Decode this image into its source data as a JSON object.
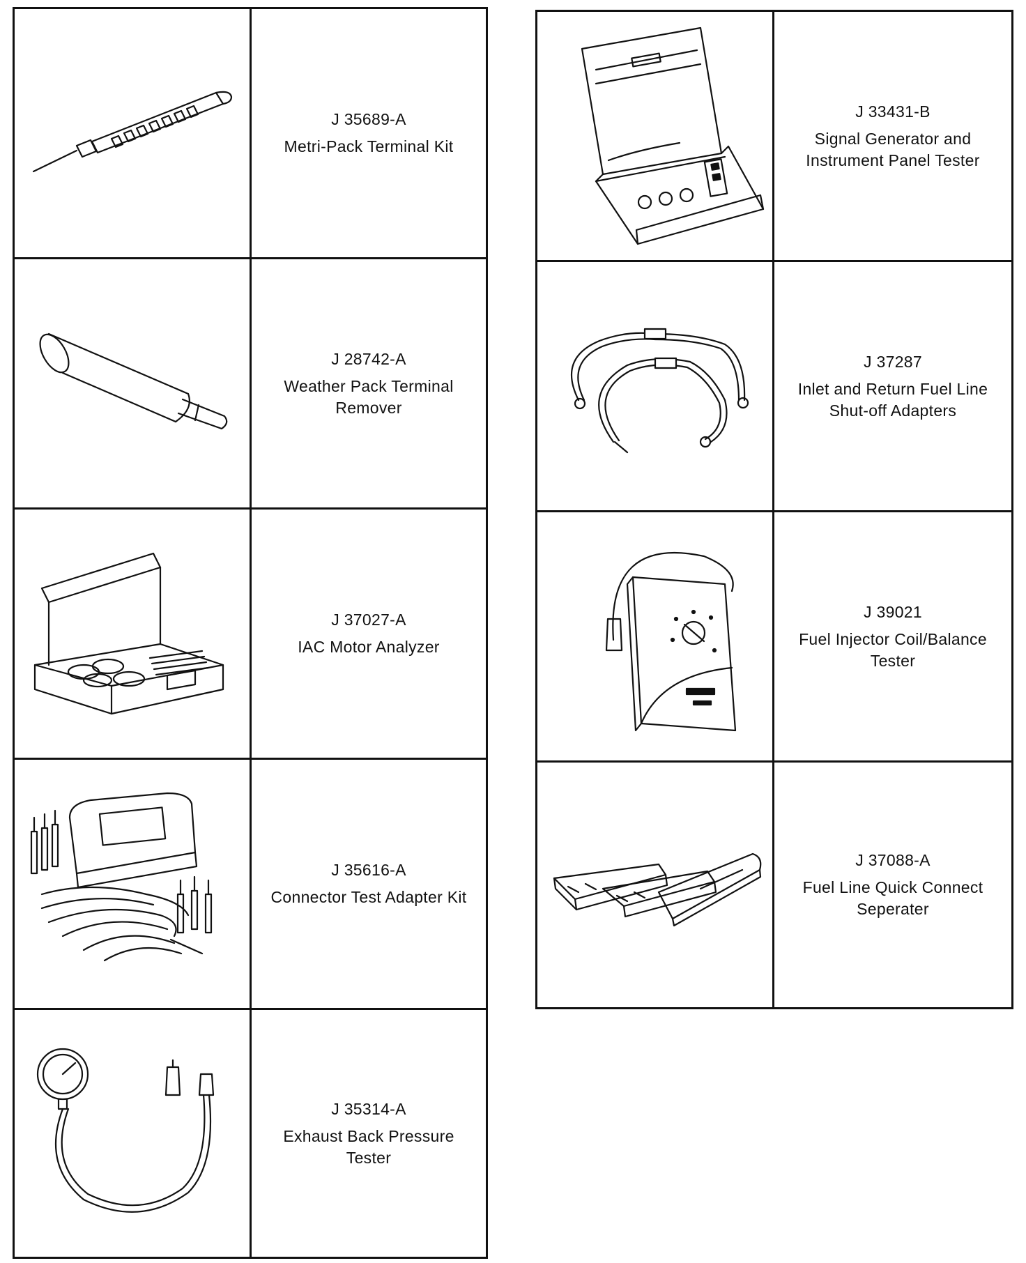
{
  "tools": {
    "left": [
      {
        "number": "J 35689-A",
        "name": "Metri-Pack Terminal Kit",
        "icon": "metri-pack-terminal-tool-illustration"
      },
      {
        "number": "J 28742-A",
        "name": "Weather Pack Terminal Remover",
        "icon": "weather-pack-remover-illustration"
      },
      {
        "number": "J 37027-A",
        "name": "IAC Motor Analyzer",
        "icon": "iac-motor-analyzer-case-illustration"
      },
      {
        "number": "J 35616-A",
        "name": "Connector Test Adapter Kit",
        "icon": "connector-test-adapter-kit-illustration"
      },
      {
        "number": "J 35314-A",
        "name": "Exhaust Back Pressure Tester",
        "icon": "pressure-gauge-hose-illustration"
      }
    ],
    "right": [
      {
        "number": "J 33431-B",
        "name": "Signal Generator and Instrument Panel Tester",
        "icon": "signal-generator-case-illustration"
      },
      {
        "number": "J 37287",
        "name": "Inlet and Return Fuel Line Shut-off Adapters",
        "icon": "fuel-line-adapters-illustration"
      },
      {
        "number": "J 39021",
        "name": "Fuel Injector Coil/Balance Tester",
        "icon": "injector-tester-box-illustration"
      },
      {
        "number": "J 37088-A",
        "name": "Fuel Line Quick Connect Seperater",
        "icon": "quick-connect-separator-illustration"
      }
    ]
  }
}
